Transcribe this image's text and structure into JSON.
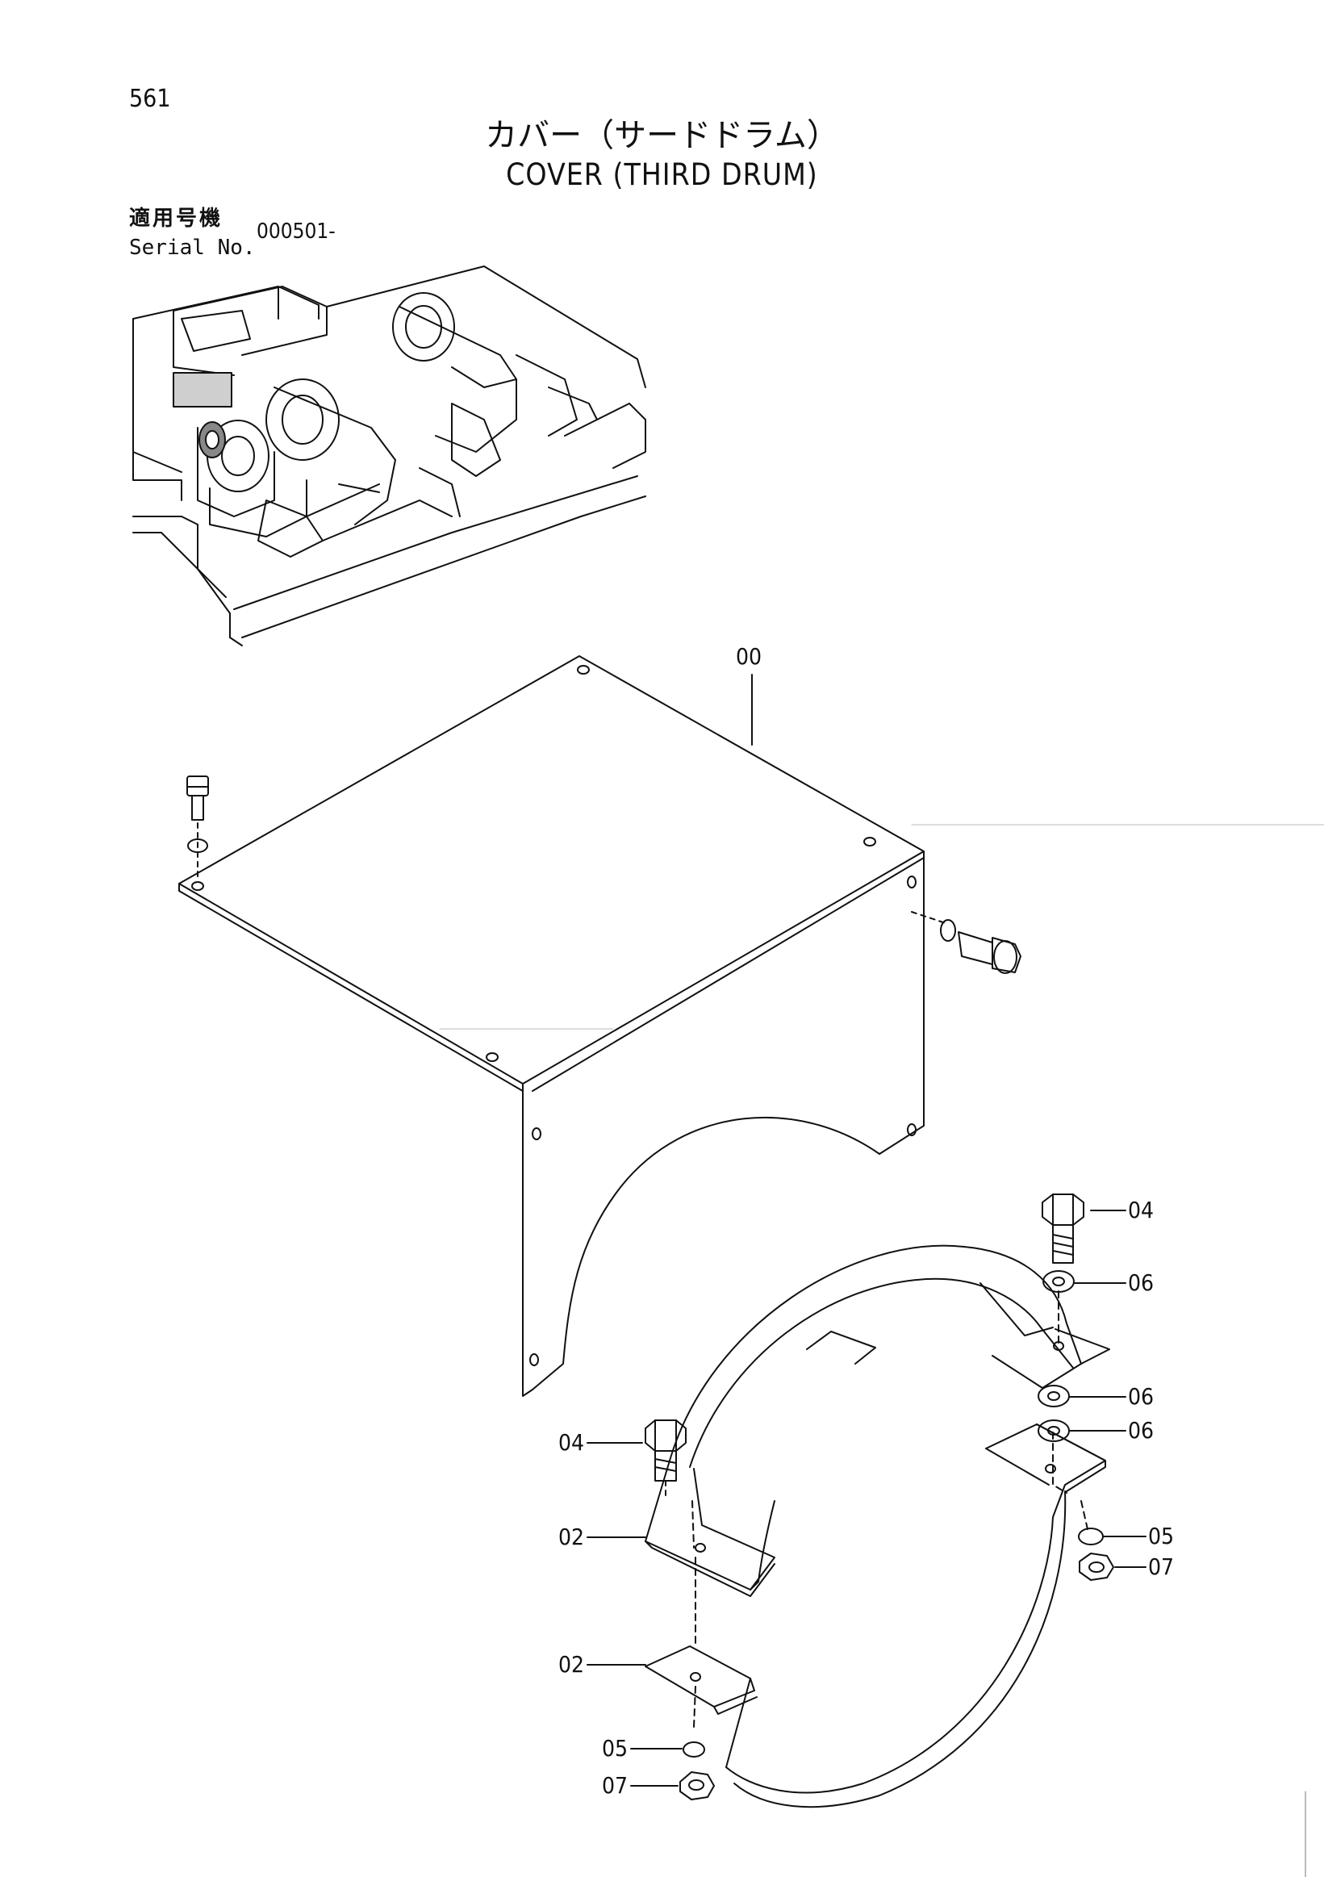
{
  "header": {
    "page_number": "561",
    "title_jp": "カバー（サードドラム）",
    "title_en": "COVER (THIRD DRUM)"
  },
  "serial": {
    "label_jp": "適用号機",
    "label_en": "Serial No.",
    "value": "000501-"
  },
  "callouts": {
    "c00": "00",
    "c04_upper": "04",
    "c06_a": "06",
    "c06_b": "06",
    "c06_c": "06",
    "c04_lower": "04",
    "c02_upper": "02",
    "c02_lower": "02",
    "c05_right": "05",
    "c07_right": "07",
    "c05_left": "05",
    "c07_left": "07"
  }
}
